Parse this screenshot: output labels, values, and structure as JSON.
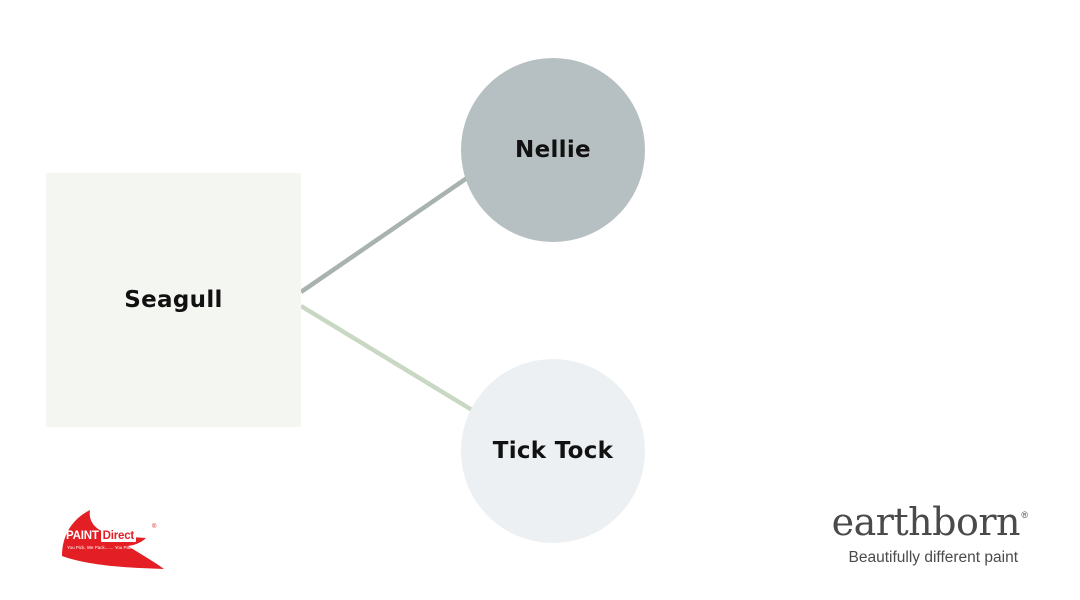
{
  "swatches": {
    "main": {
      "name": "Seagull",
      "color": "#f4f6f1"
    },
    "top": {
      "name": "Nellie",
      "color": "#b6bfc1"
    },
    "bottom": {
      "name": "Tick Tock",
      "color": "#ecf0f2"
    }
  },
  "connectors": {
    "top_color": "#a8b3ae",
    "bottom_color": "#c8d8c3"
  },
  "logos": {
    "paint_direct": {
      "paint": "PAINT",
      "direct": "Direct",
      "registered": "®",
      "tagline": "You Pick, We Pack....... You Paint!",
      "brand_color": "#e31e24"
    },
    "earthborn": {
      "wordmark": "earthborn",
      "registered": "®",
      "tagline": "Beautifully different paint",
      "color": "#4a4a4a"
    }
  }
}
